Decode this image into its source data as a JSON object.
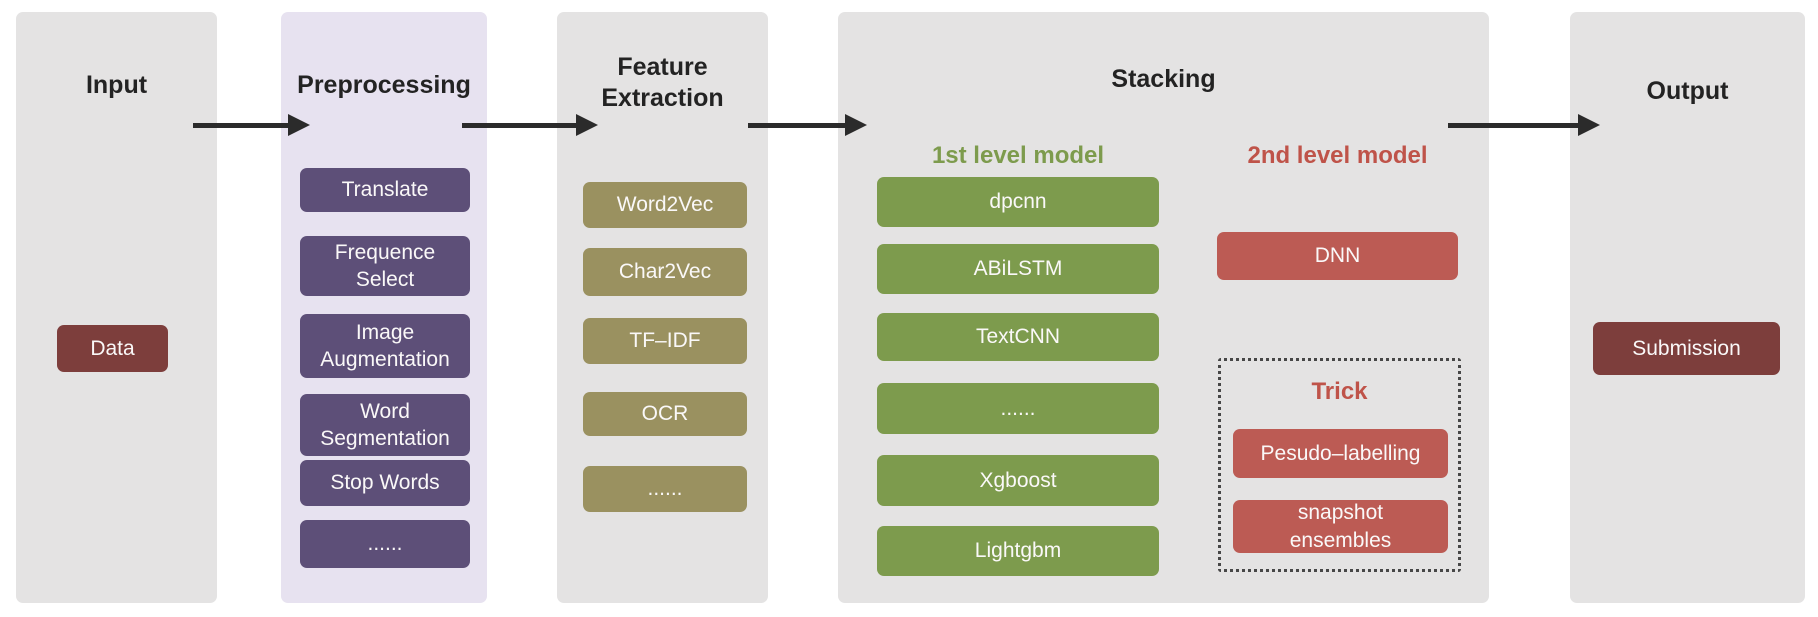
{
  "columns": {
    "input": {
      "title": "Input",
      "item": "Data"
    },
    "preprocessing": {
      "title": "Preprocessing",
      "items": [
        "Translate",
        "Frequence Select",
        "Image Augmentation",
        "Word Segmentation",
        "Stop Words",
        "......"
      ]
    },
    "feature_extraction": {
      "title": "Feature Extraction",
      "items": [
        "Word2Vec",
        "Char2Vec",
        "TF–IDF",
        "OCR",
        "......"
      ]
    },
    "stacking": {
      "title": "Stacking",
      "first_level": {
        "heading": "1st level model",
        "items": [
          "dpcnn",
          "ABiLSTM",
          "TextCNN",
          "......",
          "Xgboost",
          "Lightgbm"
        ]
      },
      "second_level": {
        "heading": "2nd level model",
        "item": "DNN"
      },
      "trick": {
        "heading": "Trick",
        "items": [
          "Pesudo–labelling",
          "snapshot ensembles"
        ]
      }
    },
    "output": {
      "title": "Output",
      "item": "Submission"
    }
  },
  "colors": {
    "column_bg_gray": "#e4e3e3",
    "column_bg_lavender": "#e7e2f0",
    "maroon_box": "#7d3e3c",
    "purple_box": "#5d4f78",
    "olive_box": "#9a9160",
    "green_box": "#7d9b4d",
    "red_box": "#bc5b54",
    "green_heading": "#7d9b4d",
    "red_heading": "#bf5349",
    "arrow": "#2b2b2b",
    "title_text": "#232323"
  }
}
